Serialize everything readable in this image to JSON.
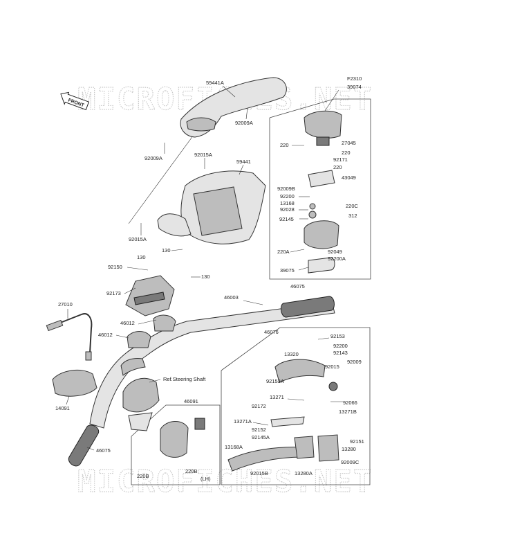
{
  "figure_id": "F2310",
  "front_label": "FRONT",
  "watermark": "MICROFICHES.NET",
  "ref_note": "Ref.Steering Shaft",
  "side_note": "(LH)",
  "labels": {
    "l59441A": "59441A",
    "l92009A_top": "92009A",
    "l92009A_left": "92009A",
    "l92015A_top": "92015A",
    "l92015A_bot": "92015A",
    "l59441": "59441",
    "l39074": "39074",
    "l220_a": "220",
    "l27045": "27045",
    "l220_b": "220",
    "l92171": "92171",
    "l220_c": "220",
    "l43049": "43049",
    "l92009B": "92009B",
    "l92200": "92200",
    "l13168": "13168",
    "l92028": "92028",
    "l220C": "220C",
    "l312": "312",
    "l92145": "92145",
    "l220A": "220A",
    "l92049": "92049",
    "l92200A": "92200A",
    "l39075": "39075",
    "l130_a": "130",
    "l130_b": "130",
    "l130_c": "130",
    "l92150": "92150",
    "l92173": "92173",
    "l46075_top": "46075",
    "l46003": "46003",
    "l27010": "27010",
    "l46012_a": "46012",
    "l46012_b": "46012",
    "l46076": "46076",
    "l92153": "92153",
    "l92200_r": "92200",
    "l92143": "92143",
    "l13320": "13320",
    "l92015": "92015",
    "l92009": "92009",
    "l92153A": "92153A",
    "l13271": "13271",
    "l92066": "92066",
    "l92172": "92172",
    "l13271B": "13271B",
    "l13271A": "13271A",
    "l92152": "92152",
    "l92145A": "92145A",
    "l92151": "92151",
    "l13168A": "13168A",
    "l13280": "13280",
    "l92009C": "92009C",
    "l92015B": "92015B",
    "l13280A": "13280A",
    "l14091": "14091",
    "l46091": "46091",
    "l46075_bot": "46075",
    "l220B_a": "220B",
    "l220B_b": "220B"
  }
}
